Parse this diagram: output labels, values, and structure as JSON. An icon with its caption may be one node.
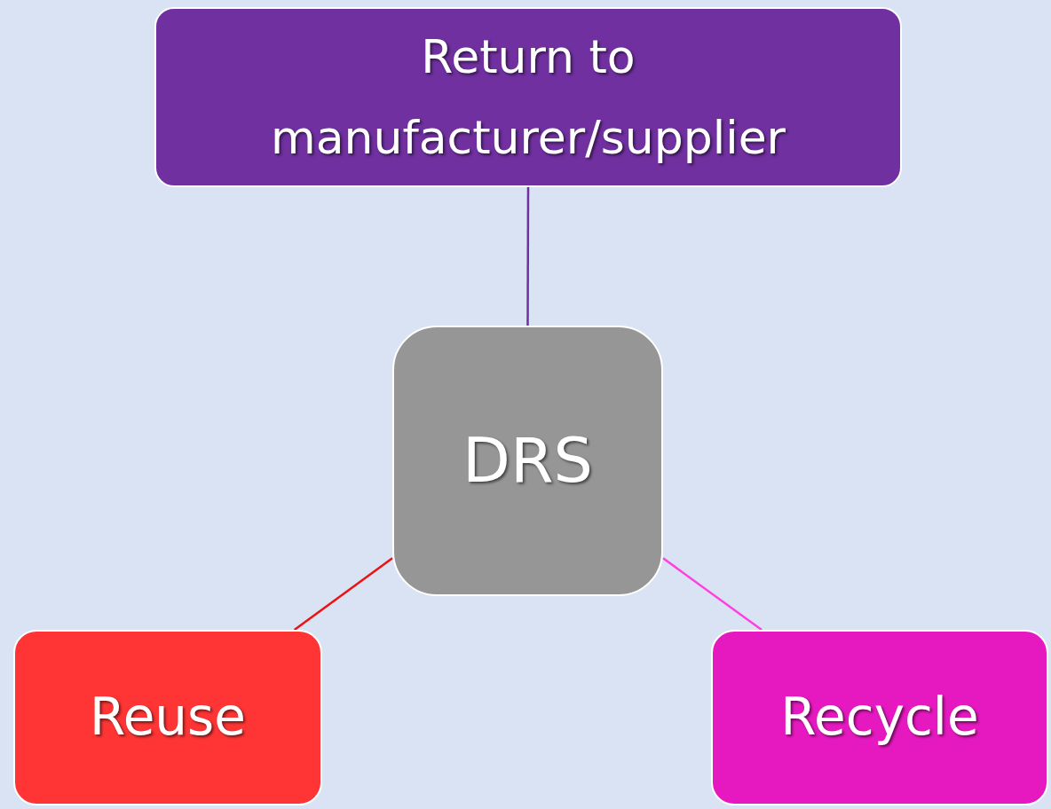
{
  "diagram": {
    "nodes": [
      {
        "text": [
          "Return to manufacturer/supplier"
        ]
      },
      {
        "text": [
          "DRS"
        ]
      },
      {
        "text": [
          "Reuse"
        ]
      },
      {
        "text": [
          "Recycle"
        ]
      }
    ],
    "edges": [
      {
        "from": 1,
        "to": 0,
        "arrow": "none",
        "color": "#7030a0"
      },
      {
        "from": 1,
        "to": 2,
        "arrow": "none",
        "color": "#ee1111"
      },
      {
        "from": 1,
        "to": 3,
        "arrow": "none",
        "color": "#ff40e0"
      }
    ]
  }
}
